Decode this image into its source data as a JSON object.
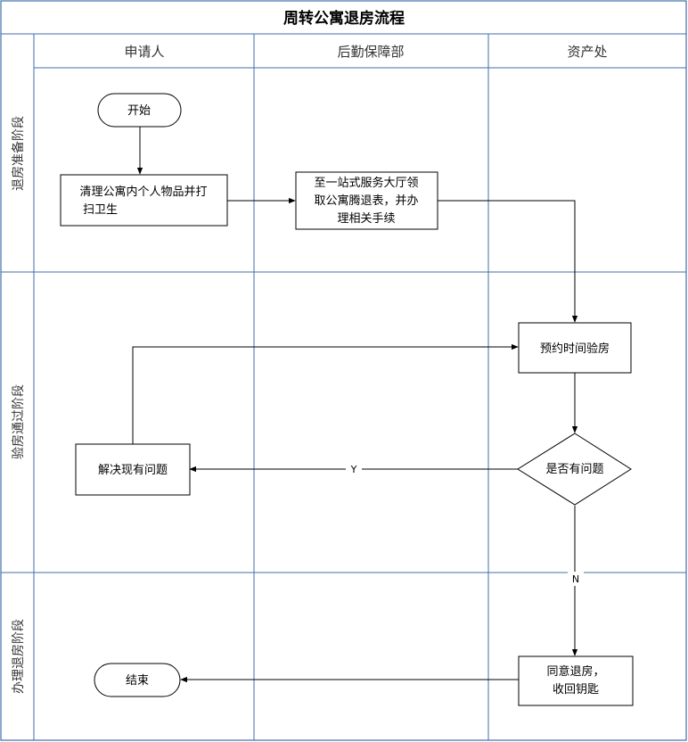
{
  "title": "周转公寓退房流程",
  "lanes": [
    "申请人",
    "后勤保障部",
    "资产处"
  ],
  "stages": [
    "退房准备阶段",
    "验房通过阶段",
    "办理退房阶段"
  ],
  "nodes": {
    "start": "开始",
    "clean": [
      "清理公寓内个人物品并打",
      "扫卫生"
    ],
    "form": [
      "至一站式服务大厅领",
      "取公寓腾退表，并办",
      "理相关手续"
    ],
    "appoint": "预约时间验房",
    "decision": "是否有问题",
    "resolve": "解决现有问题",
    "agree": [
      "同意退房，",
      "收回钥匙"
    ],
    "end": "结束"
  },
  "edges": {
    "yes": "Y",
    "no": "N"
  }
}
